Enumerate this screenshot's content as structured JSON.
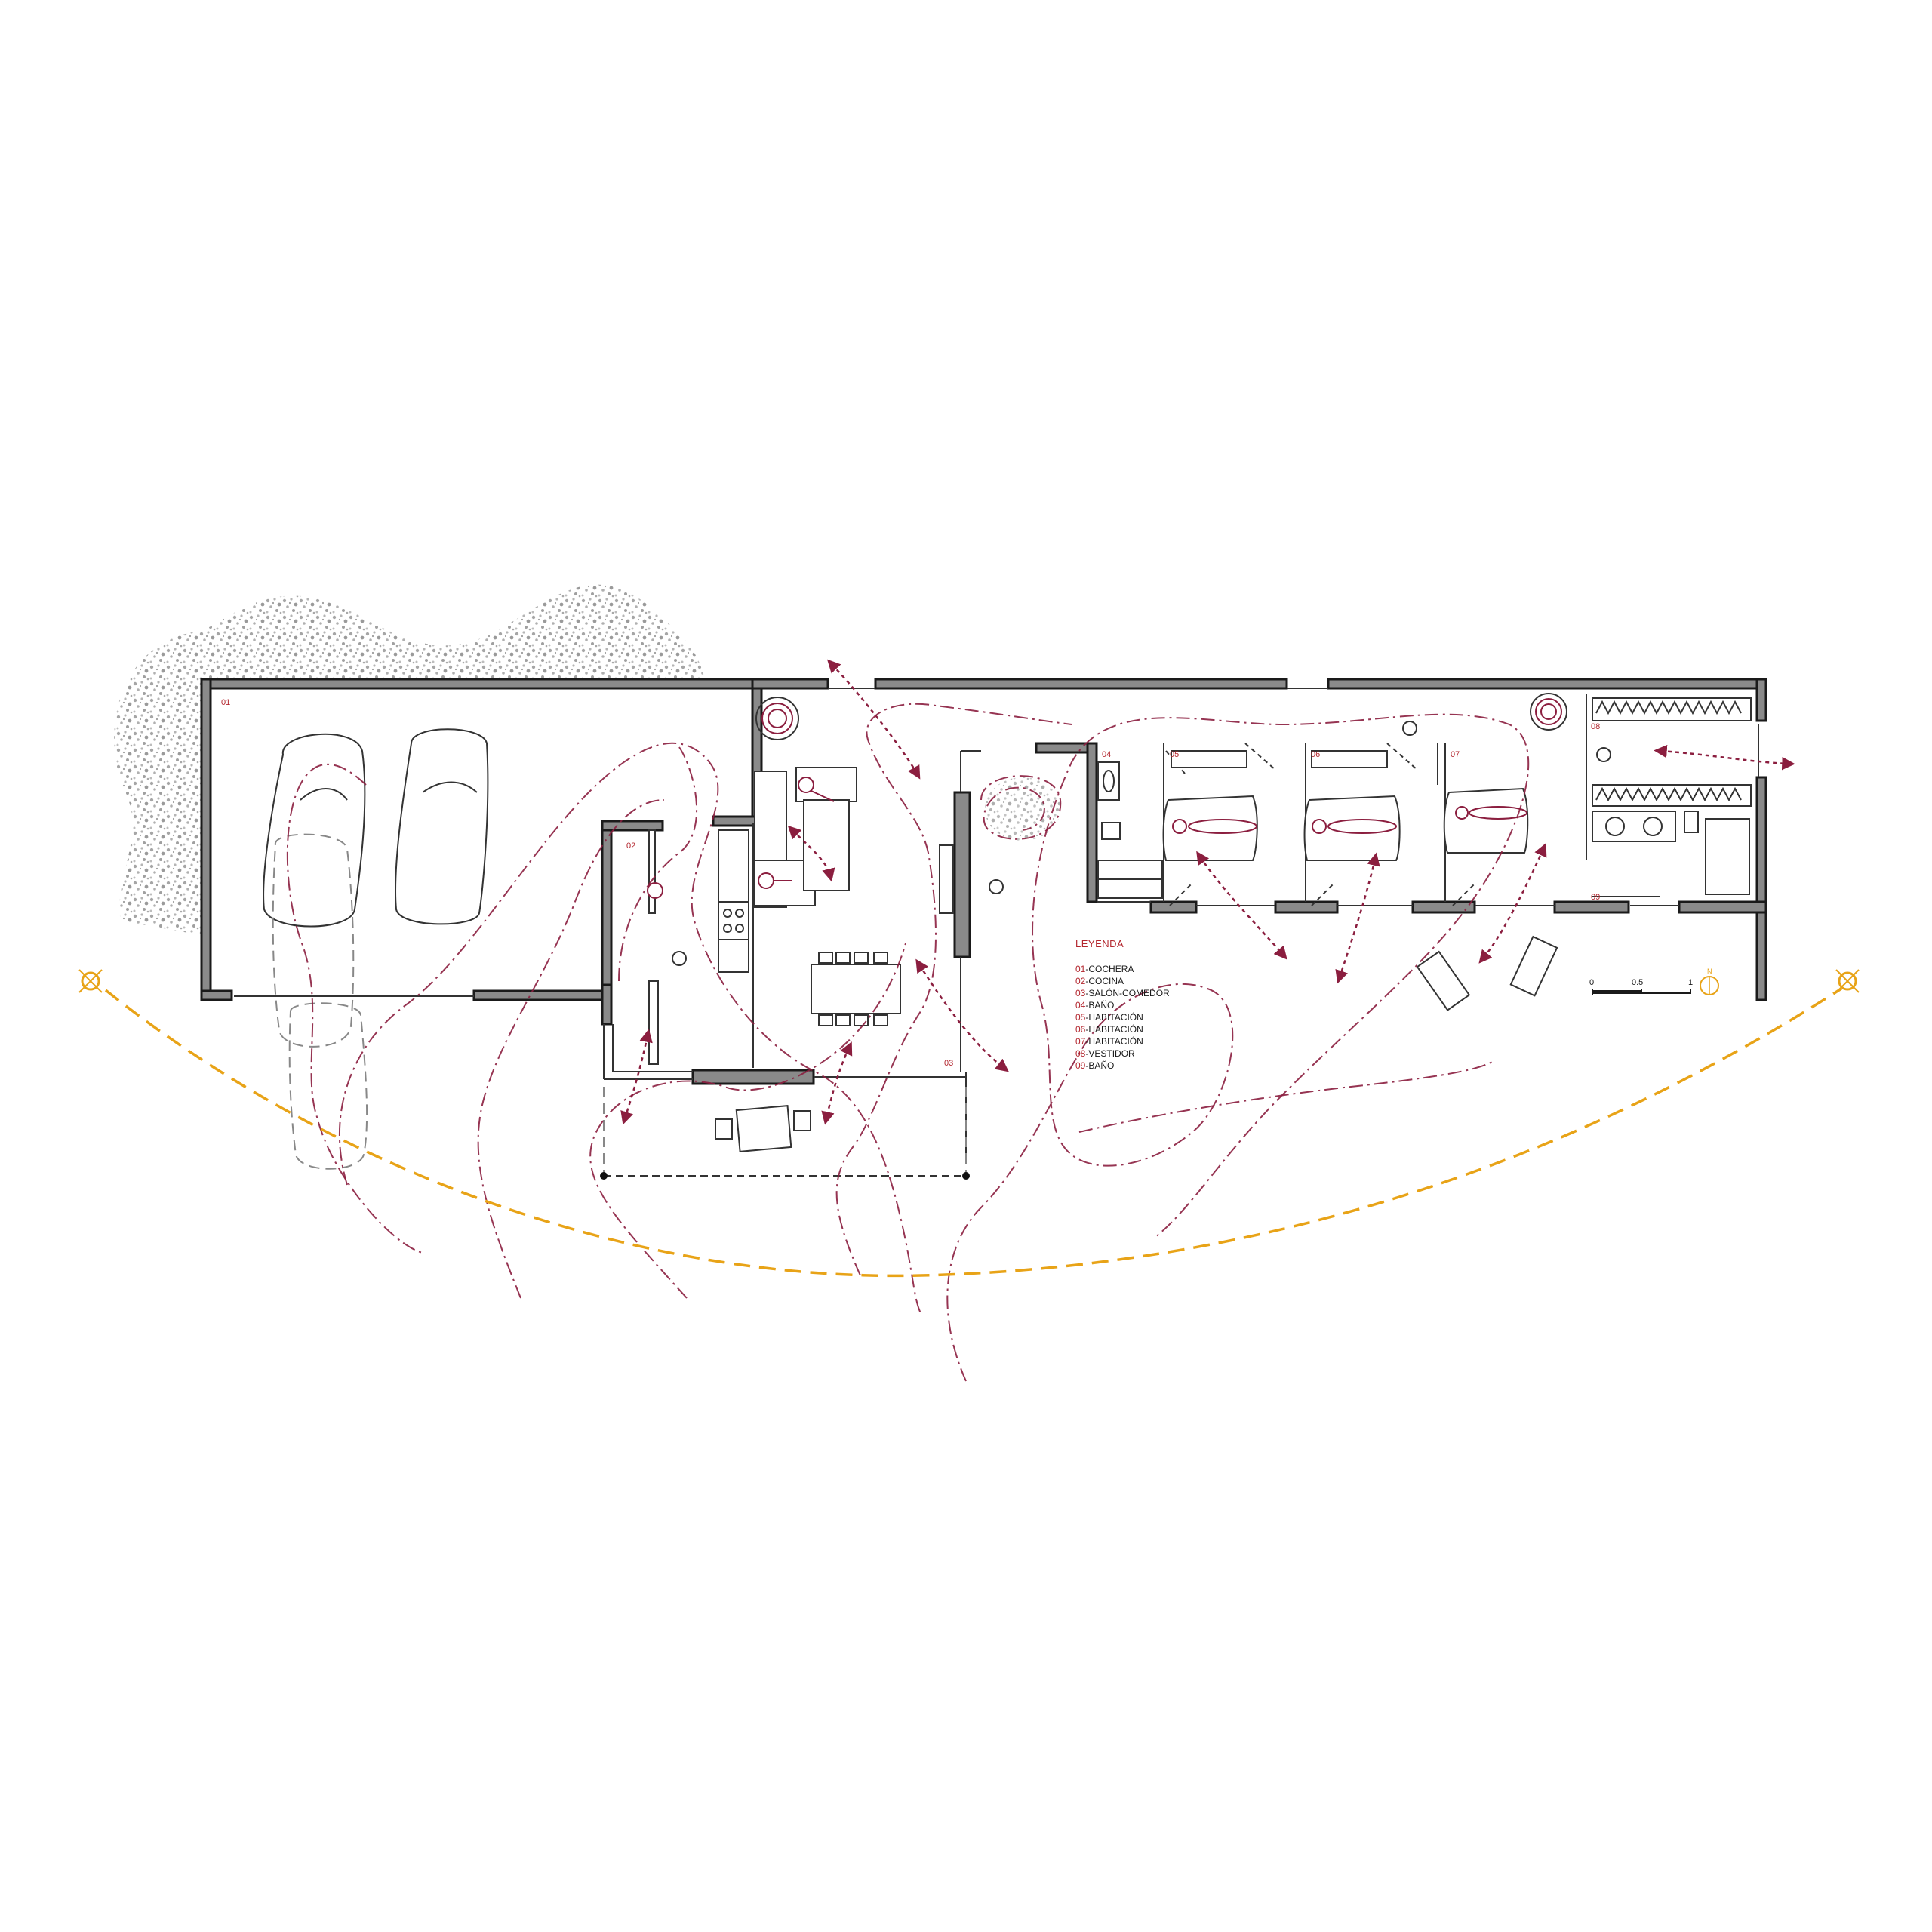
{
  "legend": {
    "title": "LEYENDA",
    "items": [
      {
        "num": "01",
        "name": "-COCHERA"
      },
      {
        "num": "02",
        "name": "-COCINA"
      },
      {
        "num": "03",
        "name": "-SALÓN-COMEDOR"
      },
      {
        "num": "04",
        "name": "-BAÑO"
      },
      {
        "num": "05",
        "name": "-HABITACIÓN"
      },
      {
        "num": "06",
        "name": "-HABITACIÓN"
      },
      {
        "num": "07",
        "name": "-HABITACIÓN"
      },
      {
        "num": "08",
        "name": "-VESTIDOR"
      },
      {
        "num": "09",
        "name": "-BAÑO"
      }
    ]
  },
  "room_labels": [
    "01",
    "02",
    "03",
    "04",
    "05",
    "06",
    "07",
    "08",
    "09"
  ],
  "scale_bar": {
    "ticks": [
      "0",
      "0.5",
      "1"
    ]
  },
  "north": {
    "label": "N"
  },
  "colors": {
    "walls": "#8a8a8a",
    "circulation": "#8b1e3f",
    "sun_path": "#e8a317",
    "vegetation": "#a6a6a6",
    "labels": "#b3262e"
  }
}
